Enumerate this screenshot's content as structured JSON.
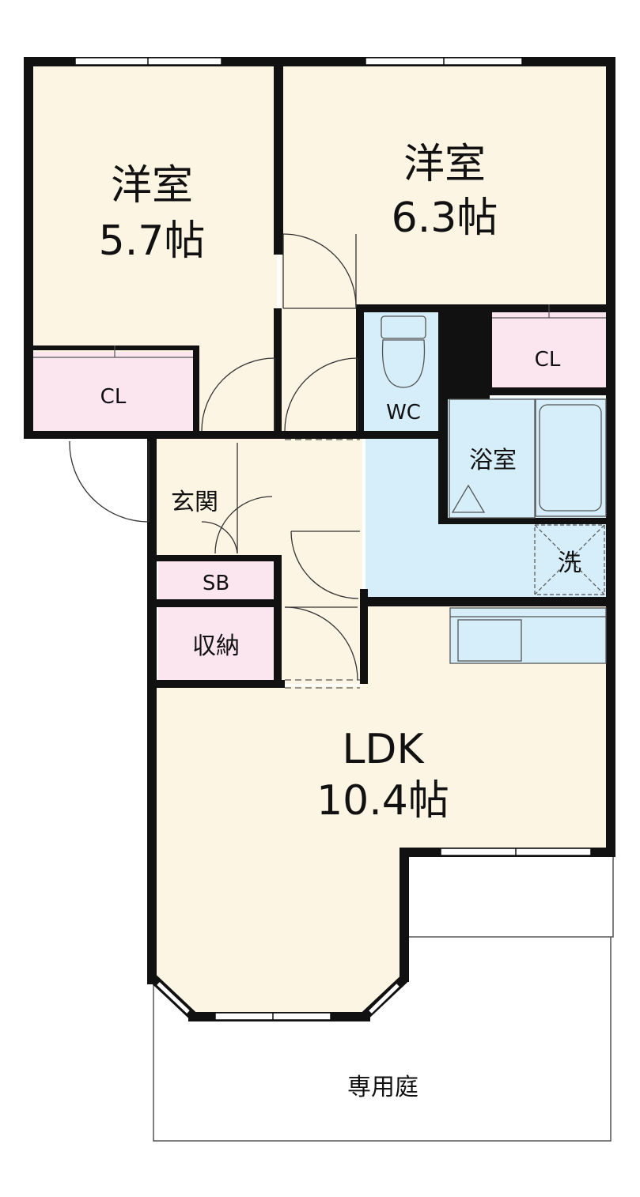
{
  "rooms": {
    "western_left": {
      "name": "洋室",
      "size": "5.7帖"
    },
    "western_right": {
      "name": "洋室",
      "size": "6.3帖"
    },
    "ldk": {
      "name": "LDK",
      "size": "10.4帖"
    },
    "closet_left": "CL",
    "closet_right": "CL",
    "toilet": "WC",
    "bath": "浴室",
    "entrance": "玄関",
    "shoe_box": "SB",
    "storage": "収納",
    "washer": "洗",
    "private_garden": "専用庭"
  },
  "colors": {
    "floor_living": "#fdf5e4",
    "closet": "#fbe6ef",
    "wet_area": "#d5eef9",
    "wall": "#111111"
  }
}
